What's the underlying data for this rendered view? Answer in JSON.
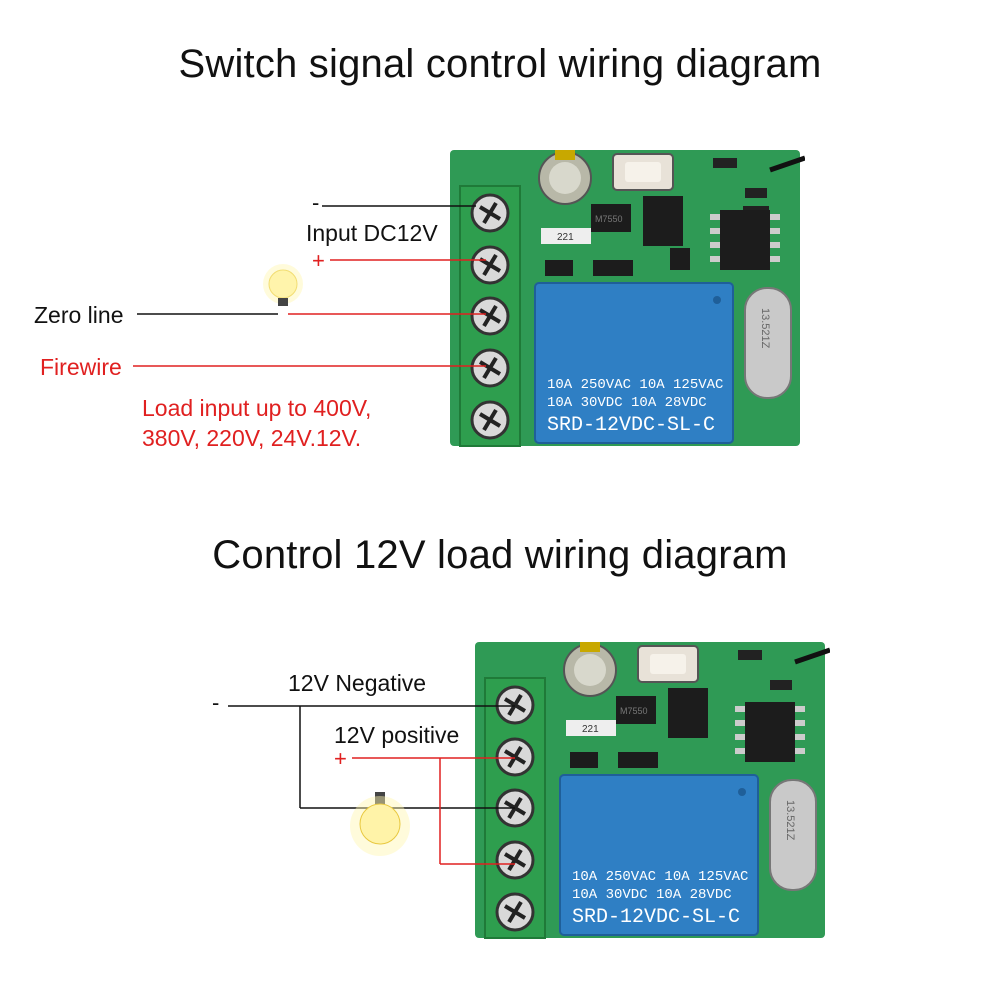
{
  "diagram1": {
    "title": "Switch signal control wiring diagram",
    "minus_sign": "-",
    "input_label": "Input DC12V",
    "plus_sign": "+",
    "zero_line_label": "Zero line",
    "firewire_label": "Firewire",
    "load_note_line1": "Load input up to 400V,",
    "load_note_line2": "380V, 220V, 24V.12V."
  },
  "diagram2": {
    "title": "Control 12V load wiring diagram",
    "minus_sign": "-",
    "negative_label": "12V Negative",
    "positive_label": "12V positive",
    "plus_sign": "+"
  },
  "board": {
    "relay_line1": "10A 250VAC  10A 125VAC",
    "relay_line2": "10A  30VDC  10A  28VDC",
    "relay_model": "SRD-12VDC-SL-C",
    "resistor_code": "221",
    "crystal_code": "13.521Z",
    "chip_code": "M7550",
    "smd_code": "221"
  },
  "colors": {
    "pcb": "#2f9a55",
    "terminal": "#2e9e4e",
    "relay": "#2f7fc4",
    "wire_black": "#111111",
    "wire_red": "#e02020"
  }
}
